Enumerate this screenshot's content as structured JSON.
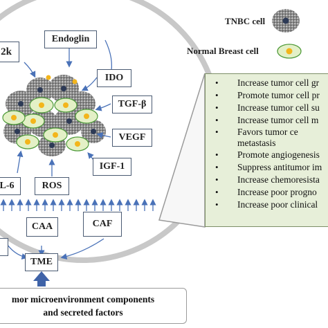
{
  "legend": {
    "tnbc_label": "TNBC cell",
    "normal_label": "Normal Breast cell"
  },
  "factors": {
    "endoglin": "Endoglin",
    "ido": "IDO",
    "tgfb": "TGF-β",
    "vegf": "VEGF",
    "igf1": "IGF-1",
    "ros": "ROS",
    "il6": "L-6",
    "clipped_top": "2k",
    "caa": "CAA",
    "caf": "CAF",
    "clipped_left": "",
    "tme": "TME"
  },
  "effects": [
    "Increase tumor cell gr",
    "Promote tumor cell pr",
    "Increase tumor cell su",
    "Increase tumor cell m",
    "Favors tumor ce",
    "metastasis",
    "Promote angiogenesis",
    "Suppress antitumor im",
    "Increase chemoresista",
    "Increase poor progno",
    "Increase poor clinical"
  ],
  "bottom_caption": {
    "line1": "mor microenvironment components",
    "line2": "and secreted factors"
  },
  "colors": {
    "circle_ring": "#c8c8c8",
    "box_border": "#4a5a72",
    "arrow": "#4a72b8",
    "panel_fill": "#e7efd9",
    "panel_border": "#7c8e66",
    "normal_cell_fill": "#e3f0c6",
    "normal_cell_border": "#4e9a3a",
    "nucleus_yellow": "#f3b51c",
    "tnbc_nucleus": "#2d3a56"
  }
}
